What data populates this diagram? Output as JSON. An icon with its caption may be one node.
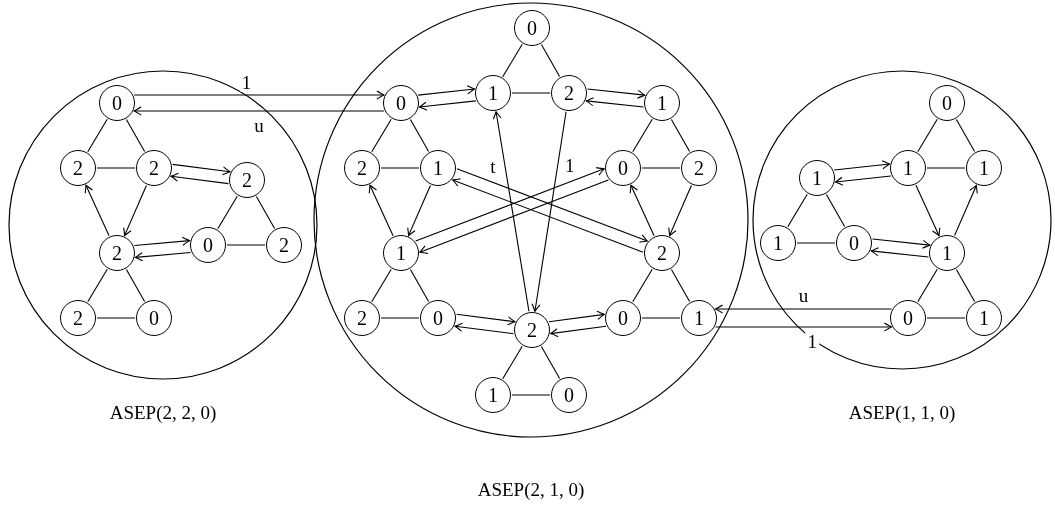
{
  "diagram": {
    "nodes": [
      {
        "text": [],
        "shape": "circle",
        "beside": [
          "ASEP(2, 2, 0)"
        ]
      },
      {
        "text": [
          "0"
        ],
        "in": 0
      },
      {
        "text": [
          "2"
        ],
        "in": 0
      },
      {
        "text": [
          "2"
        ],
        "in": 0
      },
      {
        "text": [
          "2"
        ],
        "in": 0
      },
      {
        "text": [
          "0"
        ],
        "in": 0
      },
      {
        "text": [
          "2"
        ],
        "in": 0
      },
      {
        "text": [
          "2"
        ],
        "in": 0
      },
      {
        "text": [
          "2"
        ],
        "in": 0
      },
      {
        "text": [
          "0"
        ],
        "in": 0
      },
      {
        "text": [],
        "shape": "circle",
        "beside": [
          "ASEP(2, 1, 0)"
        ]
      },
      {
        "text": [
          "0"
        ],
        "in": 10
      },
      {
        "text": [
          "1"
        ],
        "in": 10
      },
      {
        "text": [
          "2"
        ],
        "in": 10
      },
      {
        "text": [
          "0"
        ],
        "in": 10
      },
      {
        "text": [
          "2"
        ],
        "in": 10
      },
      {
        "text": [
          "1"
        ],
        "in": 10
      },
      {
        "text": [
          "1"
        ],
        "in": 10
      },
      {
        "text": [
          "0"
        ],
        "in": 10
      },
      {
        "text": [
          "2"
        ],
        "in": 10
      },
      {
        "text": [
          "1"
        ],
        "in": 10
      },
      {
        "text": [
          "2"
        ],
        "in": 10
      },
      {
        "text": [
          "0"
        ],
        "in": 10
      },
      {
        "text": [
          "2"
        ],
        "in": 10
      },
      {
        "text": [
          "0"
        ],
        "in": 10
      },
      {
        "text": [
          "1"
        ],
        "in": 10
      },
      {
        "text": [
          "2"
        ],
        "in": 10
      },
      {
        "text": [
          "1"
        ],
        "in": 10
      },
      {
        "text": [
          "0"
        ],
        "in": 10
      },
      {
        "text": [],
        "shape": "circle",
        "beside": [
          "ASEP(1, 1, 0)"
        ]
      },
      {
        "text": [
          "0"
        ],
        "in": 29
      },
      {
        "text": [
          "1"
        ],
        "in": 29
      },
      {
        "text": [
          "1"
        ],
        "in": 29
      },
      {
        "text": [
          "1"
        ],
        "in": 29
      },
      {
        "text": [
          "1"
        ],
        "in": 29
      },
      {
        "text": [
          "0"
        ],
        "in": 29
      },
      {
        "text": [
          "1"
        ],
        "in": 29
      },
      {
        "text": [
          "0"
        ],
        "in": 29
      },
      {
        "text": [
          "1"
        ],
        "in": 29
      }
    ],
    "edges": [
      {
        "from": 3,
        "to": 4,
        "arrow": "to"
      },
      {
        "from": 4,
        "to": 3,
        "arrow": "to"
      },
      {
        "from": 3,
        "to": 7,
        "arrow": "to"
      },
      {
        "from": 7,
        "to": 2,
        "arrow": "to"
      },
      {
        "from": 7,
        "to": 5,
        "arrow": "to"
      },
      {
        "from": 5,
        "to": 7,
        "arrow": "to"
      },
      {
        "from": 14,
        "to": 12,
        "arrow": "to"
      },
      {
        "from": 12,
        "to": 14,
        "arrow": "to"
      },
      {
        "from": 13,
        "to": 17,
        "arrow": "to"
      },
      {
        "from": 17,
        "to": 13,
        "arrow": "to"
      },
      {
        "from": 16,
        "to": 20,
        "arrow": "to"
      },
      {
        "from": 20,
        "to": 15,
        "arrow": "to"
      },
      {
        "from": 19,
        "to": 23,
        "arrow": "to"
      },
      {
        "from": 23,
        "to": 18,
        "arrow": "to"
      },
      {
        "from": 22,
        "to": 26,
        "arrow": "to"
      },
      {
        "from": 26,
        "to": 22,
        "arrow": "to"
      },
      {
        "from": 26,
        "to": 24,
        "arrow": "to"
      },
      {
        "from": 24,
        "to": 26,
        "arrow": "to"
      },
      {
        "from": 26,
        "to": 12,
        "arrow": "to",
        "label": "t"
      },
      {
        "from": 13,
        "to": 26,
        "arrow": "to",
        "label": "1"
      },
      {
        "from": 16,
        "to": 23,
        "arrow": "to"
      },
      {
        "from": 23,
        "to": 16,
        "arrow": "to"
      },
      {
        "from": 20,
        "to": 18,
        "arrow": "to"
      },
      {
        "from": 18,
        "to": 20,
        "arrow": "to"
      },
      {
        "from": 1,
        "to": 14,
        "arrow": "to",
        "label": "1"
      },
      {
        "from": 14,
        "to": 1,
        "arrow": "to",
        "label": "u"
      },
      {
        "from": 37,
        "to": 25,
        "arrow": "to",
        "label": "u"
      },
      {
        "from": 25,
        "to": 37,
        "arrow": "to",
        "label": "1"
      },
      {
        "from": 31,
        "to": 33,
        "arrow": "to"
      },
      {
        "from": 33,
        "to": 31,
        "arrow": "to"
      },
      {
        "from": 31,
        "to": 36,
        "arrow": "to"
      },
      {
        "from": 36,
        "to": 32,
        "arrow": "to"
      },
      {
        "from": 36,
        "to": 35,
        "arrow": "to"
      },
      {
        "from": 35,
        "to": 36,
        "arrow": "to"
      },
      {
        "from": 1,
        "to": 2,
        "arrow": "none"
      },
      {
        "from": 1,
        "to": 3,
        "arrow": "none"
      },
      {
        "from": 2,
        "to": 3,
        "arrow": "none"
      },
      {
        "from": 4,
        "to": 5,
        "arrow": "none"
      },
      {
        "from": 4,
        "to": 6,
        "arrow": "none"
      },
      {
        "from": 5,
        "to": 6,
        "arrow": "none"
      },
      {
        "from": 7,
        "to": 8,
        "arrow": "none"
      },
      {
        "from": 7,
        "to": 9,
        "arrow": "none"
      },
      {
        "from": 8,
        "to": 9,
        "arrow": "none"
      },
      {
        "from": 11,
        "to": 12,
        "arrow": "none"
      },
      {
        "from": 11,
        "to": 13,
        "arrow": "none"
      },
      {
        "from": 12,
        "to": 13,
        "arrow": "none"
      },
      {
        "from": 14,
        "to": 15,
        "arrow": "none"
      },
      {
        "from": 14,
        "to": 16,
        "arrow": "none"
      },
      {
        "from": 15,
        "to": 16,
        "arrow": "none"
      },
      {
        "from": 17,
        "to": 18,
        "arrow": "none"
      },
      {
        "from": 17,
        "to": 19,
        "arrow": "none"
      },
      {
        "from": 18,
        "to": 19,
        "arrow": "none"
      },
      {
        "from": 20,
        "to": 21,
        "arrow": "none"
      },
      {
        "from": 20,
        "to": 22,
        "arrow": "none"
      },
      {
        "from": 21,
        "to": 22,
        "arrow": "none"
      },
      {
        "from": 23,
        "to": 24,
        "arrow": "none"
      },
      {
        "from": 23,
        "to": 25,
        "arrow": "none"
      },
      {
        "from": 24,
        "to": 25,
        "arrow": "none"
      },
      {
        "from": 26,
        "to": 27,
        "arrow": "none"
      },
      {
        "from": 26,
        "to": 28,
        "arrow": "none"
      },
      {
        "from": 27,
        "to": 28,
        "arrow": "none"
      },
      {
        "from": 30,
        "to": 31,
        "arrow": "none"
      },
      {
        "from": 30,
        "to": 32,
        "arrow": "none"
      },
      {
        "from": 31,
        "to": 32,
        "arrow": "none"
      },
      {
        "from": 33,
        "to": 34,
        "arrow": "none"
      },
      {
        "from": 33,
        "to": 35,
        "arrow": "none"
      },
      {
        "from": 34,
        "to": 35,
        "arrow": "none"
      },
      {
        "from": 36,
        "to": 37,
        "arrow": "none"
      },
      {
        "from": 36,
        "to": 38,
        "arrow": "none"
      },
      {
        "from": 37,
        "to": 38,
        "arrow": "none"
      }
    ]
  }
}
